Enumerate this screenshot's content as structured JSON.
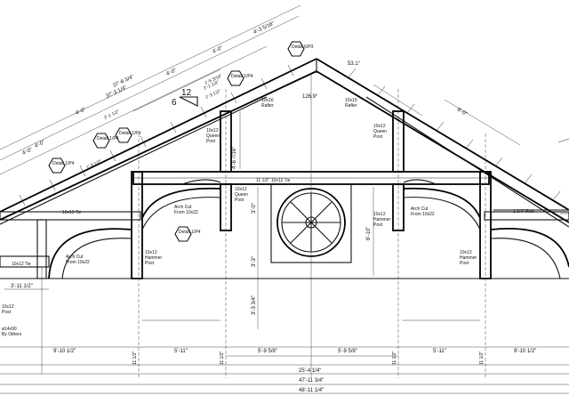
{
  "labels": {
    "rafter_left": [
      "10x16",
      "Rafter"
    ],
    "rafter_right": [
      "10x16",
      "Rafter"
    ],
    "ridge_angle": "53.1°",
    "apex_angle": "126.9°",
    "queen_left": [
      "10x12",
      "Queen",
      "Post"
    ],
    "queen_right": [
      "10x12",
      "Queen",
      "Post"
    ],
    "queen_center": [
      "10x12",
      "Queen",
      "Post"
    ],
    "hammer_left": [
      "10x12",
      "Hammer",
      "Post"
    ],
    "hammer_center": [
      "10x12",
      "Hammer",
      "Post"
    ],
    "hammer_right": [
      "10x12",
      "Hammer",
      "Post"
    ],
    "arch_left": [
      "Arch Cut",
      "From 10x22"
    ],
    "arch_center": [
      "Arch Cut",
      "From 10x22"
    ],
    "arch_right": [
      "Arch Cut",
      "From 10x22"
    ],
    "tie_left": "10x12 Tie",
    "tie_center": "11 1/2\"  10x12 Tie",
    "tie_far_left": "10x12 Tie",
    "rod": "1 1/4\" Rod",
    "post_left": [
      "10x12",
      "Post"
    ],
    "by_others": [
      "ø14x90",
      "By Others"
    ],
    "pitch_rise": "12",
    "pitch_run": "6"
  },
  "details": [
    "Detail 1/P4",
    "Detail 1/P4",
    "Detail 1/P4",
    "Detail 1/P4",
    "Detail 1/P4",
    "Detail 6/P3"
  ],
  "roof_dims": [
    "37'-6 3/4\"",
    "37'-3 1/4\"",
    "4'-3 5/16\"",
    "4'-0\"",
    "4'-0\"",
    "4'-0\"",
    "4'-0\"",
    "4'-0\"",
    "2'-1 1/4\"",
    "2'-1 1/2\"",
    "1'-3 1/2\"",
    "1'-3 1/2\"",
    "1'-5 3/16\"",
    "8'-0\""
  ],
  "vertical_dims": [
    "4'-6 7/16\"",
    "3'-0\"",
    "6'-10\"",
    "3'-3\"",
    "3'-3 3/4\""
  ],
  "horizontal_dims": {
    "row1": [
      "3'-11 1/2\""
    ],
    "row2": [
      "9'-10 1/2\"",
      "5'-11\"",
      "5'-9 5/8\"",
      "5'-9 5/8\"",
      "5'-11\"",
      "9'-10 1/2\""
    ],
    "row2_post": [
      "11 1/2\"",
      "11 1/2\"",
      "11 1/2\"",
      "11 1/2\""
    ],
    "row3": [
      "25'-4 1/4\""
    ],
    "row4": [
      "47'-11 3/4\""
    ],
    "row5": [
      "48'-11 1/4\""
    ]
  }
}
